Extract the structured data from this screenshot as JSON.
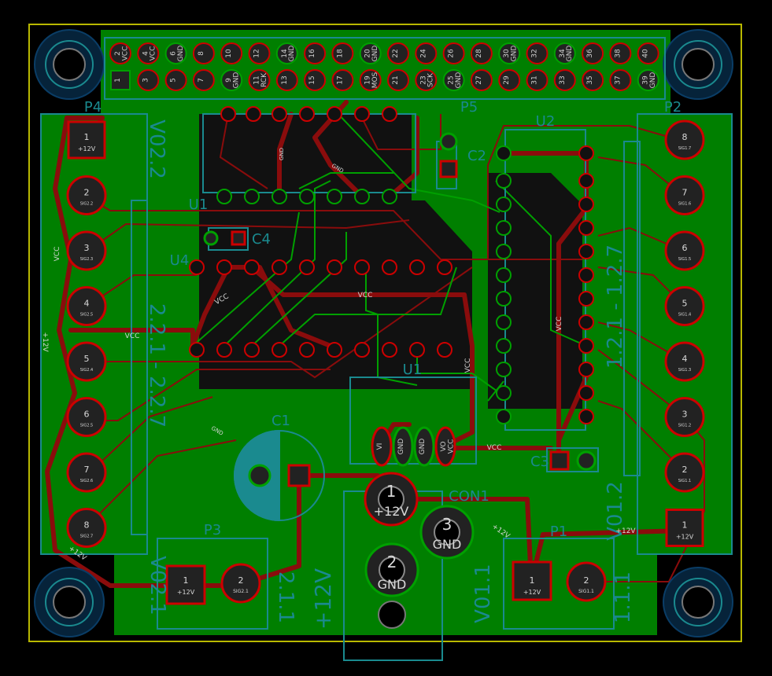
{
  "colors": {
    "background": "#000000",
    "board_edge": "#b8b800",
    "copper_fill": "#007f00",
    "copper_fill_dark": "#006a00",
    "trace_red": "#8a0c0c",
    "trace_green": "#00a000",
    "silkscreen": "#d8d8d8",
    "fab_cyan": "#1a8a8f",
    "pad_dark": "#222222"
  },
  "header": {
    "ref": "P5",
    "top_row": [
      "2\nVCC",
      "4\nVCC",
      "6\nGND",
      "8",
      "10",
      "12",
      "14\nGND",
      "16",
      "18",
      "20\nGND",
      "22",
      "24",
      "26",
      "28",
      "30\nGND",
      "32",
      "34\nGND",
      "36",
      "38",
      "40"
    ],
    "bottom_row": [
      "1",
      "3",
      "5",
      "7",
      "9\nGND",
      "11\nRCK",
      "13",
      "15",
      "17",
      "19\nMOS",
      "21",
      "23\nSCK",
      "25\nGND",
      "27",
      "29",
      "31",
      "33",
      "35",
      "37",
      "39\nGND"
    ]
  },
  "left_connector": {
    "ref": "P4",
    "pins": [
      {
        "num": "1",
        "net": "+12V"
      },
      {
        "num": "2",
        "net": "SIG2.2"
      },
      {
        "num": "3",
        "net": "SIG2.3"
      },
      {
        "num": "4",
        "net": "SIG2.5"
      },
      {
        "num": "5",
        "net": "SIG2.4"
      },
      {
        "num": "6",
        "net": "SIG2.5"
      },
      {
        "num": "7",
        "net": "SIG2.6"
      },
      {
        "num": "8",
        "net": "SIG2.7"
      }
    ],
    "side_label_top": "V02.2",
    "side_label_mid": "2.2.1 - 2.2.7"
  },
  "right_connector": {
    "ref": "P2",
    "pins": [
      {
        "num": "8",
        "net": "SIG1.7"
      },
      {
        "num": "7",
        "net": "SIG1.6"
      },
      {
        "num": "6",
        "net": "SIG1.5"
      },
      {
        "num": "5",
        "net": "SIG1.4"
      },
      {
        "num": "4",
        "net": "SIG1.3"
      },
      {
        "num": "3",
        "net": "SIG1.2"
      },
      {
        "num": "2",
        "net": "SIG1.1"
      },
      {
        "num": "1",
        "net": "+12V"
      }
    ],
    "side_label_mid": "1.2.1 - 1.2.7",
    "side_label_bot": "V01.2"
  },
  "p3": {
    "ref": "P3",
    "pins": [
      {
        "num": "1",
        "net": "+12V"
      },
      {
        "num": "2",
        "net": "SIG2.1"
      }
    ],
    "label_left": "V02.1",
    "label_right": "2.1.1"
  },
  "p1": {
    "ref": "P1",
    "pins": [
      {
        "num": "1",
        "net": "+12V"
      },
      {
        "num": "2",
        "net": "SIG1.1"
      }
    ],
    "label_left": "V01.1",
    "label_right": "1.1.1"
  },
  "con1": {
    "ref": "CON1",
    "pins": [
      {
        "num": "1",
        "net": "+12V"
      },
      {
        "num": "3",
        "net": "GND"
      },
      {
        "num": "2",
        "net": "GND"
      }
    ],
    "label": "+12V"
  },
  "regulator": {
    "ref": "U1",
    "pins": [
      "VI",
      "GND",
      "GND",
      "VO\nVCC"
    ]
  },
  "refs": {
    "u2": "U2",
    "u4": "U4",
    "c1": "C1",
    "c2": "C2",
    "c3": "C3",
    "c4": "C4"
  },
  "net_labels": {
    "vcc": "VCC",
    "gnd": "GND",
    "p12v": "+12V"
  }
}
